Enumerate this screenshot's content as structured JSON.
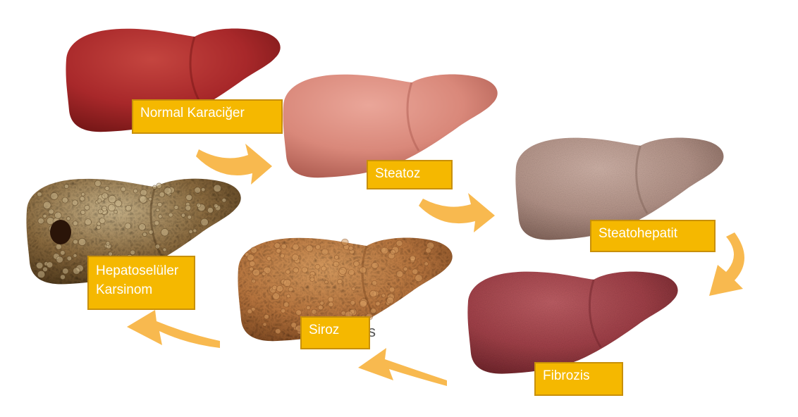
{
  "stages": [
    {
      "id": "normal",
      "label_lines": [
        "Normal Karaciğer"
      ],
      "colors": {
        "base": "#a8282a",
        "light": "#c4453f",
        "dark": "#6e1414"
      },
      "texture": "smooth"
    },
    {
      "id": "steatoz",
      "label_lines": [
        "Steatoz"
      ],
      "colors": {
        "base": "#d9887a",
        "light": "#eaa699",
        "dark": "#a8564b"
      },
      "texture": "smooth"
    },
    {
      "id": "steatohepatit",
      "label_lines": [
        "Steatohepatit"
      ],
      "colors": {
        "base": "#b39388",
        "light": "#cfb2a7",
        "dark": "#7d5f55"
      },
      "texture": "fine"
    },
    {
      "id": "fibrozis",
      "label_lines": [
        "Fibrozis"
      ],
      "colors": {
        "base": "#a04048",
        "light": "#bd5e64",
        "dark": "#6a2228"
      },
      "texture": "fine"
    },
    {
      "id": "siroz",
      "label_lines": [
        "Siroz"
      ],
      "colors": {
        "base": "#b8753e",
        "light": "#d69a5e",
        "dark": "#7a4620"
      },
      "texture": "nodular"
    },
    {
      "id": "hcc",
      "label_lines": [
        "Hepatoselüler",
        "Karsinom"
      ],
      "colors": {
        "base": "#8a6a3e",
        "light": "#c9b48a",
        "dark": "#4a3418"
      },
      "texture": "nodular-dark"
    }
  ],
  "arrow_color": "#f7b13c",
  "stray_text": "s"
}
